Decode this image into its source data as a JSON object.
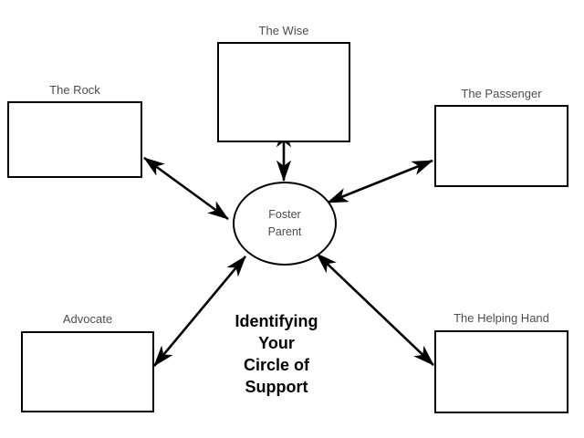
{
  "diagram": {
    "title_lines": [
      "Identifying",
      "Your",
      "Circle of",
      "Support"
    ],
    "center": {
      "name": "foster-parent",
      "line1": "Foster",
      "line2": "Parent"
    },
    "nodes": [
      {
        "key": "rock",
        "label": "The Rock"
      },
      {
        "key": "wise",
        "label": "The Wise"
      },
      {
        "key": "passenger",
        "label": "The Passenger"
      },
      {
        "key": "advocate",
        "label": "Advocate"
      },
      {
        "key": "helping",
        "label": "The Helping Hand"
      }
    ],
    "connectors": [
      {
        "from": "foster-parent",
        "to": "rock",
        "style": "double-headed-arrow"
      },
      {
        "from": "foster-parent",
        "to": "wise",
        "style": "double-headed-arrow"
      },
      {
        "from": "foster-parent",
        "to": "passenger",
        "style": "double-headed-arrow"
      },
      {
        "from": "foster-parent",
        "to": "advocate",
        "style": "double-headed-arrow"
      },
      {
        "from": "foster-parent",
        "to": "helping",
        "style": "double-headed-arrow"
      }
    ],
    "colors": {
      "background": "#ffffff",
      "stroke": "#000000",
      "label_text": "#4d4d4d",
      "title_text": "#000000"
    }
  }
}
